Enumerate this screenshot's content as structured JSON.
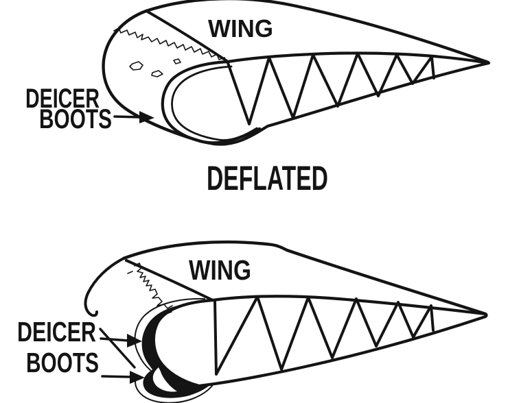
{
  "figure": {
    "background": "#ffffff",
    "ink": "#141414"
  },
  "top_diagram": {
    "wing_label": "WING",
    "callout_line1": "DEICER",
    "callout_line2": "BOOTS",
    "caption": "DEFLATED"
  },
  "bottom_diagram": {
    "wing_label": "WING",
    "callout_line1": "DEICER",
    "callout_line2": "BOOTS"
  }
}
